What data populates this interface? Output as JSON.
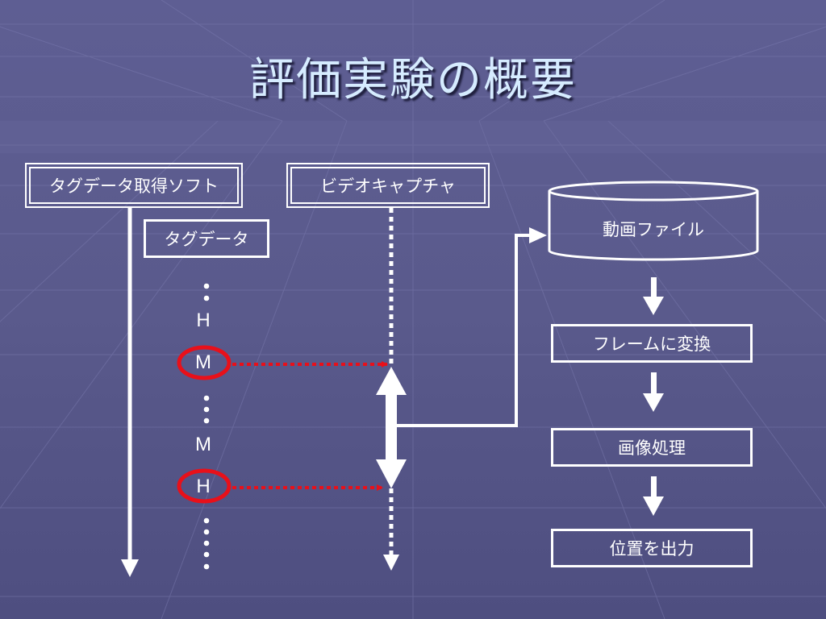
{
  "slide": {
    "title": "評価実験の概要"
  },
  "diagram": {
    "tag_software": "タグデータ取得ソフト",
    "video_capture": "ビデオキャプチャ",
    "tag_data": "タグデータ",
    "sequence": [
      "H",
      "M",
      "M",
      "H"
    ],
    "video_file": "動画ファイル",
    "steps": [
      "フレームに変換",
      "画像処理",
      "位置を出力"
    ]
  },
  "colors": {
    "background": "#5a5a8e",
    "title": "#d6ecff",
    "line": "#ffffff",
    "highlight": "#e8101a"
  }
}
